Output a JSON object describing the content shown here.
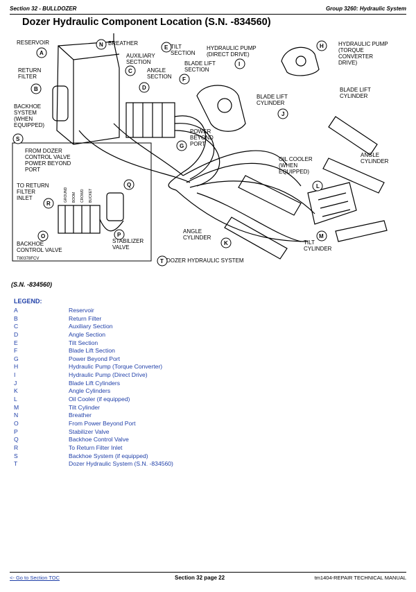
{
  "header": {
    "section": "Section 32 - BULLDOZER",
    "group": "Group 3260: Hydraulic System"
  },
  "title": "Dozer Hydraulic Component Location (S.N. -834560)",
  "diagram": {
    "figure_code": "T80378FCV",
    "labels": {
      "reservoir": "RESERVOIR",
      "breather": "BREATHER",
      "auxiliary_1": "AUXILIARY",
      "auxiliary_2": "SECTION",
      "tilt_1": "TILT",
      "tilt_2": "SECTION",
      "angle_1": "ANGLE",
      "angle_2": "SECTION",
      "hp_direct_1": "HYDRAULIC PUMP",
      "hp_direct_2": "(DIRECT DRIVE)",
      "hp_torque_1": "HYDRAULIC PUMP",
      "hp_torque_2": "(TORQUE",
      "hp_torque_3": "CONVERTER",
      "hp_torque_4": "DRIVE)",
      "return_filter_1": "RETURN",
      "return_filter_2": "FILTER",
      "blade_lift_sec_1": "BLADE LIFT",
      "blade_lift_sec_2": "SECTION",
      "blade_lift_cyl_c_1": "BLADE LIFT",
      "blade_lift_cyl_c_2": "CYLINDER",
      "blade_lift_cyl_r_1": "BLADE LIFT",
      "blade_lift_cyl_r_2": "CYLINDER",
      "backhoe_sys_1": "BACKHOE",
      "backhoe_sys_2": "SYSTEM",
      "backhoe_sys_3": "(WHEN",
      "backhoe_sys_4": "EQUIPPED)",
      "power_beyond_1": "POWER",
      "power_beyond_2": "BEYOND",
      "power_beyond_3": "PORT",
      "oil_cooler_1": "OIL COOLER",
      "oil_cooler_2": "(WHEN",
      "oil_cooler_3": "EQUIPPED)",
      "angle_cyl_r_1": "ANGLE",
      "angle_cyl_r_2": "CYLINDER",
      "from_dozer_1": "FROM DOZER",
      "from_dozer_2": "CONTROL VALVE",
      "from_dozer_3": "POWER BEYOND",
      "from_dozer_4": "PORT",
      "to_return_1": "TO RETURN",
      "to_return_2": "FILTER",
      "to_return_3": "INLET",
      "valve_ports": [
        "GROUND",
        "BOOM",
        "CROWD",
        "BUCKET"
      ],
      "backhoe_cv_1": "BACKHOE",
      "backhoe_cv_2": "CONTROL VALVE",
      "stabilizer_1": "STABILIZER",
      "stabilizer_2": "VALVE",
      "angle_cyl_b_1": "ANGLE",
      "angle_cyl_b_2": "CYLINDER",
      "tilt_cyl_1": "TILT",
      "tilt_cyl_2": "CYLINDER",
      "dozer_system": "DOZER HYDRAULIC SYSTEM"
    },
    "callouts": [
      "A",
      "B",
      "C",
      "D",
      "E",
      "F",
      "G",
      "H",
      "I",
      "J",
      "K",
      "L",
      "M",
      "N",
      "O",
      "P",
      "Q",
      "R",
      "S",
      "T"
    ]
  },
  "sn_note": "(S.N. -834560)",
  "legend_title": "LEGEND:",
  "legend": [
    {
      "key": "A",
      "value": "Reservoir"
    },
    {
      "key": "B",
      "value": "Return Filter"
    },
    {
      "key": "C",
      "value": "Auxiliary Section"
    },
    {
      "key": "D",
      "value": "Angle Section"
    },
    {
      "key": "E",
      "value": "Tilt Section"
    },
    {
      "key": "F",
      "value": "Blade Lift Section"
    },
    {
      "key": "G",
      "value": "Power Beyond Port"
    },
    {
      "key": "H",
      "value": "Hydraulic Pump (Torque Converter)"
    },
    {
      "key": "I",
      "value": "Hydraulic Pump (Direct Drive)"
    },
    {
      "key": "J",
      "value": "Blade Lift Cylinders"
    },
    {
      "key": "K",
      "value": "Angle Cylinders"
    },
    {
      "key": "L",
      "value": "Oil Cooler (if equipped)"
    },
    {
      "key": "M",
      "value": "Tilt Cylinder"
    },
    {
      "key": "N",
      "value": "Breather"
    },
    {
      "key": "O",
      "value": "From Power Beyond Port"
    },
    {
      "key": "P",
      "value": "Stabilizer Valve"
    },
    {
      "key": "Q",
      "value": "Backhoe Control Valve"
    },
    {
      "key": "R",
      "value": "To Return Filter Inlet"
    },
    {
      "key": "S",
      "value": "Backhoe System (if equipped)"
    },
    {
      "key": "T",
      "value": "Dozer Hydraulic System (S.N. -834560)"
    }
  ],
  "footer": {
    "toc_link": "<- Go to Section TOC",
    "page": "Section 32 page 22",
    "manual": "tm1404-REPAIR TECHNICAL MANUAL"
  }
}
